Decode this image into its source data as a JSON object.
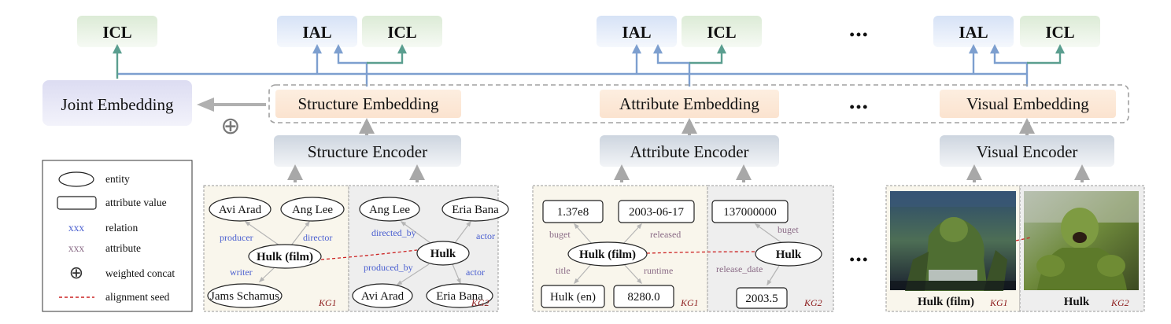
{
  "top_row": {
    "icl_1": "ICL",
    "ial_1": "IAL",
    "icl_2": "ICL",
    "ial_2": "IAL",
    "icl_3": "ICL",
    "ial_3": "IAL",
    "icl_4": "ICL",
    "ellipsis": "•••"
  },
  "embeddings": {
    "joint": "Joint Embedding",
    "structure": "Structure Embedding",
    "attribute": "Attribute Embedding",
    "visual": "Visual Embedding",
    "ellipsis": "•••",
    "concat_symbol": "⊕"
  },
  "encoders": {
    "structure": "Structure Encoder",
    "attribute": "Attribute Encoder",
    "visual": "Visual Encoder"
  },
  "legend": {
    "entity": "entity",
    "attribute_value": "attribute value",
    "relation_sample": "xxx",
    "relation": "relation",
    "attribute_sample": "xxx",
    "attribute": "attribute",
    "weighted_concat_symbol": "⊕",
    "weighted_concat": "weighted concat",
    "alignment_seed": "alignment seed"
  },
  "structure_kg1": {
    "avi_arad": "Avi Arad",
    "ang_lee": "Ang Lee",
    "hulk_film": "Hulk (film)",
    "jams_schamus": "Jams Schamus",
    "producer": "producer",
    "director": "director",
    "writer": "writer",
    "label": "KG1"
  },
  "structure_kg2": {
    "ang_lee": "Ang Lee",
    "eria_bana_top": "Eria Bana",
    "hulk": "Hulk",
    "avi_arad": "Avi Arad",
    "eria_bana_bottom": "Eria Bana",
    "directed_by": "directed_by",
    "actor_top": "actor",
    "produced_by": "produced_by",
    "actor_bottom": "actor",
    "label": "KG2"
  },
  "attribute_kg1": {
    "v_budget": "1.37e8",
    "v_released": "2003-06-17",
    "hulk_film": "Hulk (film)",
    "v_title": "Hulk (en)",
    "v_runtime": "8280.0",
    "buget": "buget",
    "released": "released",
    "title": "title",
    "runtime": "runtime",
    "label": "KG1"
  },
  "attribute_kg2": {
    "v_budget": "137000000",
    "hulk": "Hulk",
    "v_release_date": "2003.5",
    "buget": "buget",
    "release_date": "release_date",
    "label": "KG2"
  },
  "middle_ellipsis": "•••",
  "visual_kg1": {
    "caption": "Hulk (film)",
    "label": "KG1"
  },
  "visual_kg2": {
    "caption": "Hulk",
    "label": "KG2"
  },
  "colors": {
    "icl_box": "#e6f0e2",
    "ial_box": "#e3eaf7",
    "embedding_box": "#fbe9da",
    "joint_box": "#e4e4f4",
    "encoder_box": "#d8dee6",
    "blue_line": "#7d9fcf",
    "teal_line": "#5a9e8f",
    "relation_text": "#4a5fd0",
    "attribute_text": "#8a6b86",
    "seed_red": "#cc2222",
    "kg_label": "#8b1a1a"
  }
}
